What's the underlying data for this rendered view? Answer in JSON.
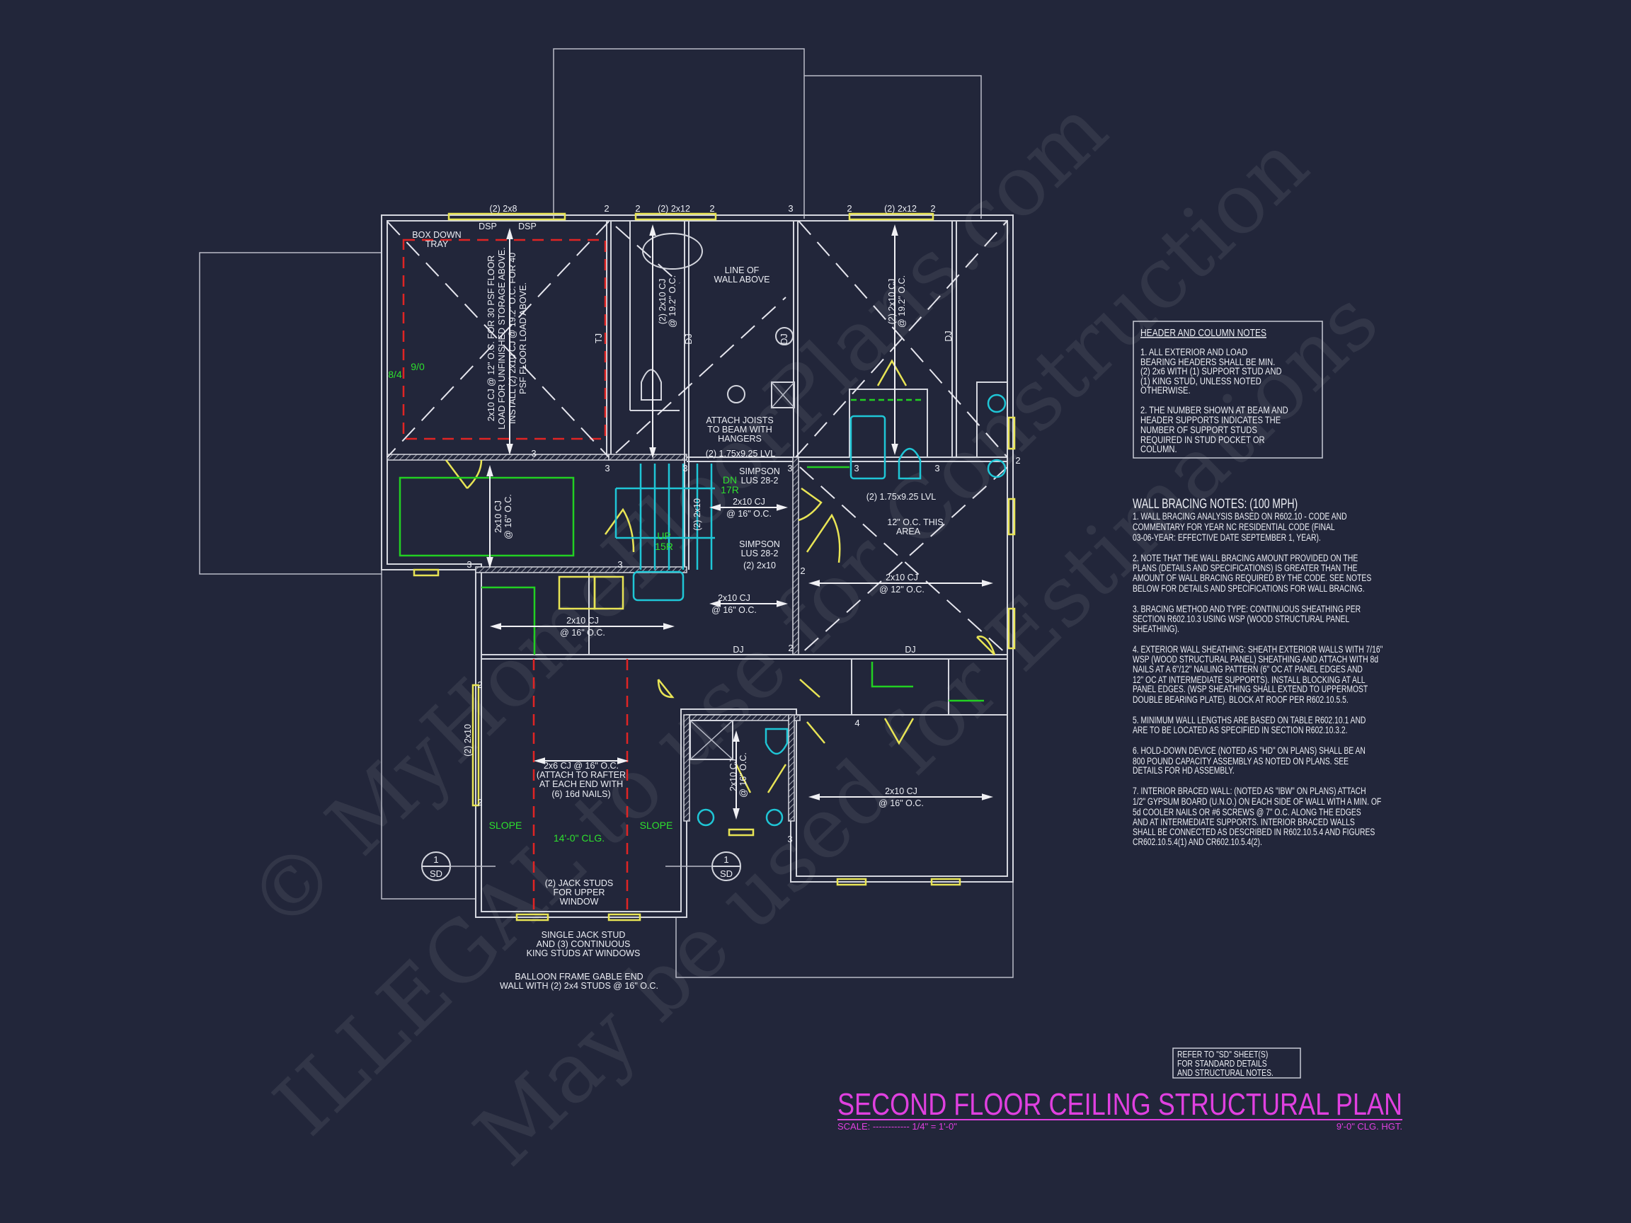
{
  "colors": {
    "background": "#22263a",
    "lines": "#d4d6de",
    "windows": "#e8e455",
    "green": "#22d022",
    "fixtures": "#1fc6d6",
    "red": "#e02424",
    "title": "#e040e0"
  },
  "watermark": [
    "© MyHomeFloorPlans.com",
    "ILLEGAL to use for Construction",
    "May be used for Estimations"
  ],
  "title": {
    "text": "SECOND FLOOR CEILING STRUCTURAL PLAN",
    "scale": "SCALE: ------------ 1/4\" = 1'-0\"",
    "ceiling_height": "9'-0\" CLG. HGT."
  },
  "refer_box": [
    "REFER TO \"SD\" SHEET(S)",
    "FOR STANDARD DETAILS",
    "AND STRUCTURAL NOTES."
  ],
  "header_notes": {
    "title": "HEADER AND COLUMN NOTES",
    "lines": [
      "1. ALL EXTERIOR AND LOAD",
      "BEARING HEADERS SHALL BE MIN.",
      "(2) 2x6 WITH (1) SUPPORT STUD AND",
      "(1) KING STUD, UNLESS NOTED",
      "OTHERWISE.",
      "2. THE NUMBER SHOWN AT BEAM AND",
      "HEADER SUPPORTS INDICATES THE",
      "NUMBER OF SUPPORT STUDS",
      "REQUIRED IN STUD POCKET OR",
      "COLUMN."
    ]
  },
  "wall_bracing_notes": {
    "title": "WALL BRACING NOTES: (100 MPH)",
    "lines": [
      "1. WALL BRACING ANALYSIS BASED ON R602.10 - CODE AND",
      "COMMENTARY FOR YEAR NC RESIDENTIAL CODE (FINAL",
      "03-06-YEAR: EFFECTIVE DATE SEPTEMBER 1, YEAR).",
      "2. NOTE THAT THE WALL BRACING AMOUNT PROVIDED ON THE",
      "PLANS (DETAILS AND SPECIFICATIONS) IS GREATER THAN THE",
      "AMOUNT OF WALL BRACING REQUIRED BY THE CODE. SEE NOTES",
      "BELOW FOR DETAILS AND SPECIFICATIONS FOR WALL BRACING.",
      "3. BRACING METHOD AND TYPE: CONTINUOUS SHEATHING PER",
      "SECTION R602.10.3 USING WSP (WOOD STRUCTURAL PANEL",
      "SHEATHING).",
      "4. EXTERIOR WALL SHEATHING: SHEATH EXTERIOR WALLS WITH 7/16\"",
      "WSP (WOOD STRUCTURAL PANEL) SHEATHING AND ATTACH WITH 8d",
      "NAILS AT A 6\"/12\" NAILING PATTERN (6\" OC AT PANEL EDGES AND",
      "12\" OC AT INTERMEDIATE SUPPORTS). INSTALL BLOCKING AT ALL",
      "PANEL EDGES. (WSP SHEATHING SHALL EXTEND TO UPPERMOST",
      "DOUBLE BEARING PLATE). BLOCK AT ROOF PER R602.10.5.5.",
      "5. MINIMUM WALL LENGTHS ARE BASED ON TABLE R602.10.1 AND",
      "ARE TO BE LOCATED AS SPECIFIED IN SECTION R602.10.3.2.",
      "6. HOLD-DOWN DEVICE (NOTED AS \"HD\" ON PLANS) SHALL BE AN",
      "800 POUND CAPACITY ASSEMBLY AS NOTED ON PLANS. SEE",
      "DETAILS FOR HD ASSEMBLY.",
      "7. INTERIOR BRACED WALL: (NOTED AS \"IBW\" ON PLANS) ATTACH",
      "1/2\" GYPSUM BOARD (U.N.O.) ON EACH SIDE OF WALL WITH A MIN. OF",
      "5d COOLER NAILS OR #6 SCREWS @ 7\" O.C. ALONG THE EDGES",
      "AND AT INTERMEDIATE SUPPORTS.  INTERIOR BRACED WALLS",
      "SHALL BE CONNECTED AS DESCRIBED IN R602.10.5.4 AND FIGURES",
      "CR602.10.5.4(1) AND CR602.10.5.4(2)."
    ]
  },
  "plan": {
    "headers": {
      "top_left": "(2) 2x8",
      "top_mid": "(2) 2x12",
      "top_right": "(2) 2x12",
      "left_wall": "(2) 2x10"
    },
    "dsp": "DSP",
    "box_down": [
      "BOX DOWN",
      "TRAY"
    ],
    "tray_note": [
      "2x10 CJ @ 12\" O.C. FOR 30 PSF FLOOR",
      "LOAD FOR UNFINISHED STORAGE ABOVE.",
      "INSTALL (2) 2x10 CJ @ 19.2\" O.C. FOR 40",
      "PSF FLOOR LOAD ABOVE."
    ],
    "tray_heights": [
      "8/4",
      "9/0"
    ],
    "tj": "TJ",
    "dj": "DJ",
    "cj_192": [
      "(2) 2x10 CJ",
      "@ 19.2\" O.C."
    ],
    "cj_16": [
      "2x10 CJ",
      "@ 16\" O.C."
    ],
    "cj_12": [
      "2x10 CJ",
      "@ 12\" O.C."
    ],
    "line_of_wall": [
      "LINE OF",
      "WALL ABOVE"
    ],
    "attach_joists": [
      "ATTACH JOISTS",
      "TO BEAM WITH",
      "HANGERS"
    ],
    "lvl": "(2) 1.75x9.25 LVL",
    "simpson": [
      "SIMPSON",
      "LUS 28-2"
    ],
    "two_2x10": "(2) 2x10",
    "stairs": {
      "down": [
        "DN",
        "17R"
      ],
      "up": [
        "UP",
        "15R"
      ]
    },
    "oc_this_area": [
      "12\" O.C. THIS",
      "AREA"
    ],
    "rafter_note": [
      "2x6 CJ @ 16\" O.C.",
      "(ATTACH TO RAFTER",
      "AT EACH END WITH",
      "(6) 16d NAILS)"
    ],
    "slope": "SLOPE",
    "clg": "14'-0\" CLG.",
    "jack_studs": [
      "(2) JACK STUDS",
      "FOR UPPER",
      "WINDOW"
    ],
    "single_jack": [
      "SINGLE JACK STUD",
      "AND (3) CONTINUOUS",
      "KING STUDS AT WINDOWS"
    ],
    "balloon": [
      "BALLOON FRAME GABLE END",
      "WALL WITH (2) 2x4 STUDS @ 16\" O.C."
    ],
    "section_marker": {
      "number": "1",
      "sheet": "SD"
    },
    "support_numbers": {
      "two": "2",
      "three": "3",
      "four": "4"
    }
  }
}
